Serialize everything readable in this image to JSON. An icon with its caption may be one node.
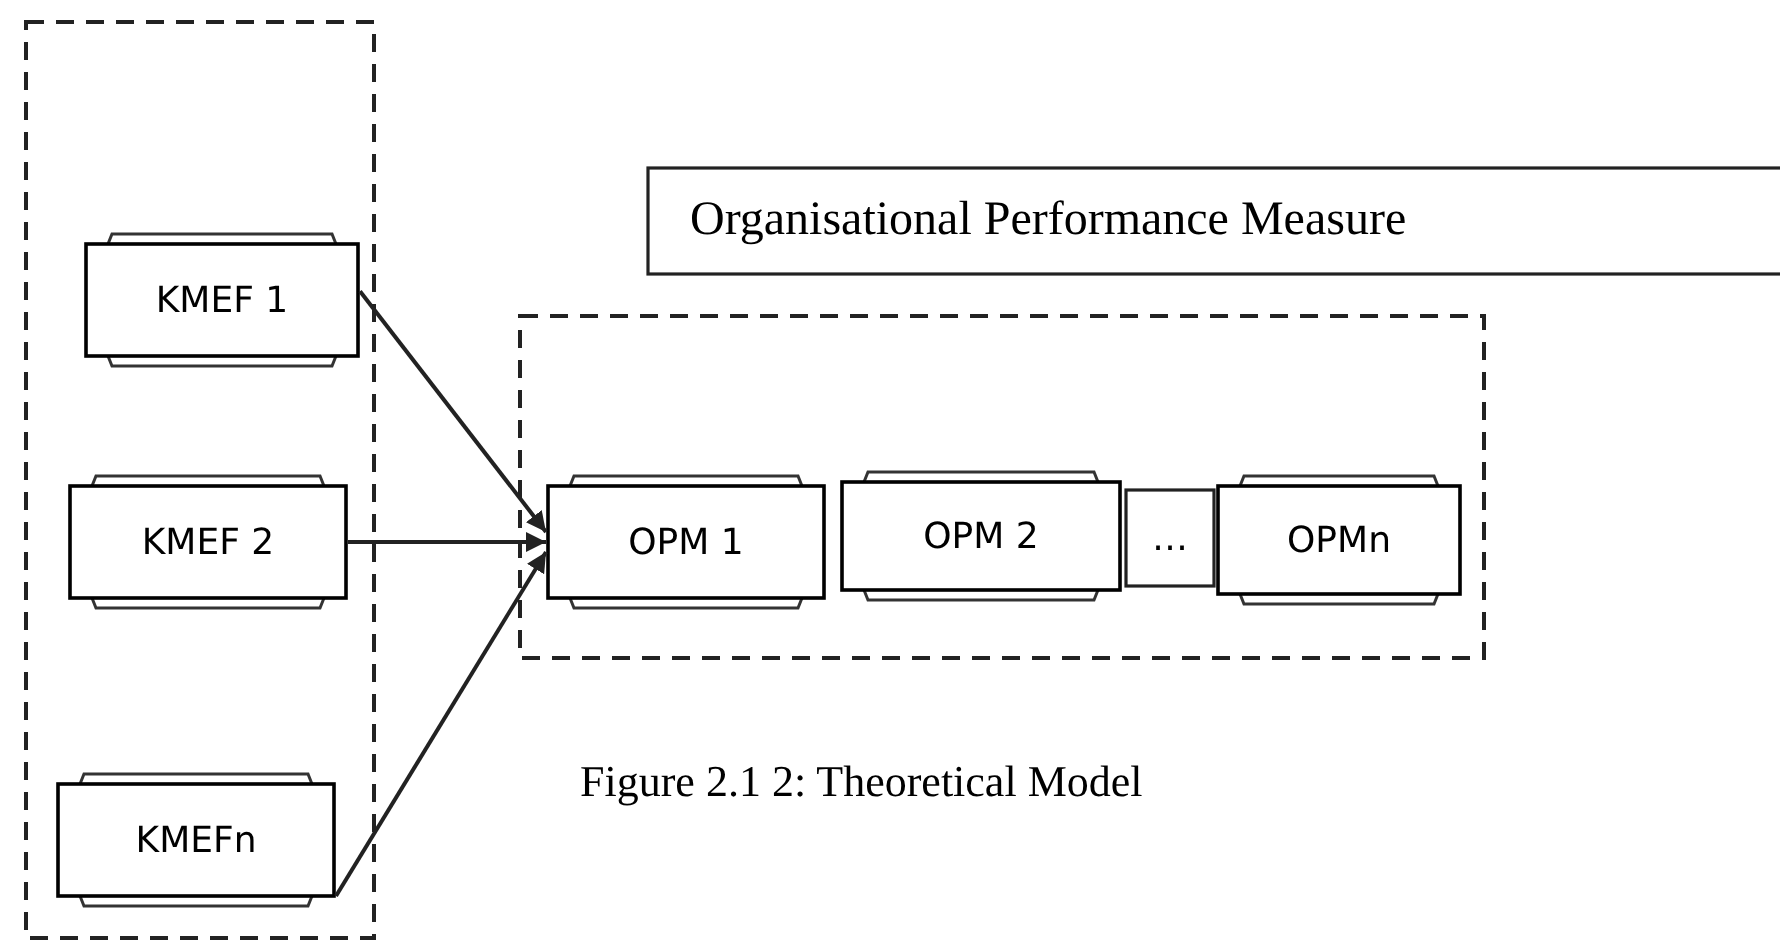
{
  "diagram": {
    "caption": "Figure 2.1 2: Theoretical Model",
    "nodes": [
      {
        "text": [],
        "shape": "box"
      },
      {
        "text": [
          "KMEF 1"
        ],
        "in": 0
      },
      {
        "text": [
          "KMEF 2"
        ],
        "in": 0
      },
      {
        "text": [
          "KMEFn"
        ],
        "in": 0
      },
      {
        "text": [
          "Organisational Performance Measure"
        ]
      },
      {
        "text": [],
        "shape": "box"
      },
      {
        "text": [
          "OPM 1"
        ],
        "in": 5
      },
      {
        "text": [
          "OPM 2"
        ],
        "in": 5
      },
      {
        "text": [
          "…"
        ],
        "in": 5
      },
      {
        "text": [
          "OPMn"
        ],
        "in": 5
      }
    ],
    "edges": [
      {
        "from": 1,
        "to": 6,
        "arrow": "to"
      },
      {
        "from": 2,
        "to": 6,
        "arrow": "to"
      },
      {
        "from": 3,
        "to": 6,
        "arrow": "to"
      }
    ]
  }
}
